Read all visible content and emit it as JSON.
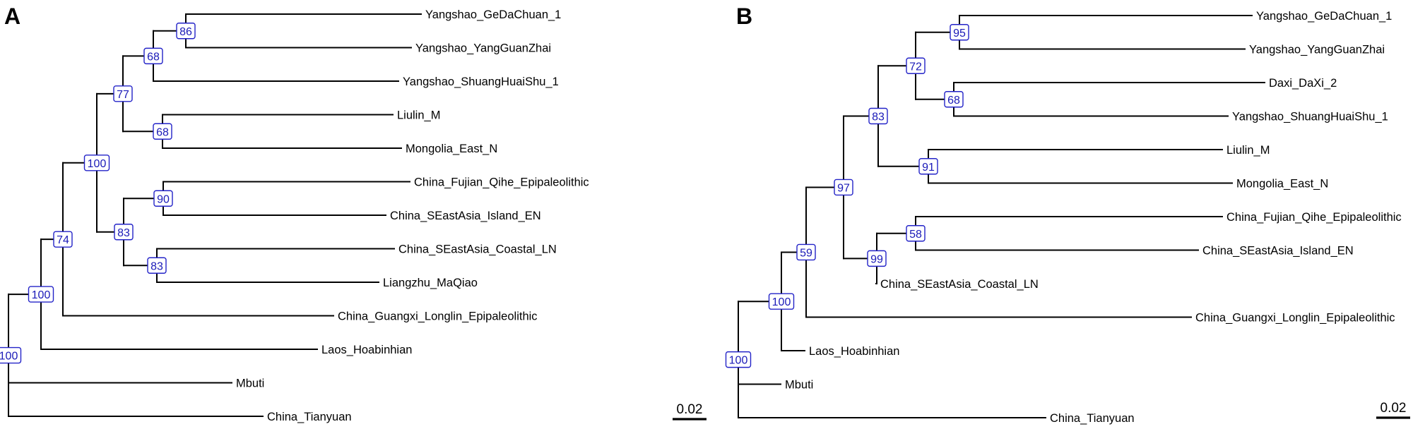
{
  "panels": [
    {
      "letter": "A",
      "scale_label": "0.02",
      "tree": {
        "bootstrap": "100",
        "children": [
          {
            "bootstrap": "100",
            "children": [
              {
                "bootstrap": "74",
                "children": [
                  {
                    "bootstrap": "100",
                    "children": [
                      {
                        "bootstrap": "77",
                        "children": [
                          {
                            "bootstrap": "68",
                            "children": [
                              {
                                "bootstrap": "86",
                                "children": [
                                  {
                                    "label": "Yangshao_GeDaChuan_1"
                                  },
                                  {
                                    "label": "Yangshao_YangGuanZhai"
                                  }
                                ]
                              },
                              {
                                "label": "Yangshao_ShuangHuaiShu_1"
                              }
                            ]
                          },
                          {
                            "bootstrap": "68",
                            "children": [
                              {
                                "label": "Liulin_M"
                              },
                              {
                                "label": "Mongolia_East_N"
                              }
                            ]
                          }
                        ]
                      },
                      {
                        "bootstrap": "83",
                        "children": [
                          {
                            "bootstrap": "90",
                            "children": [
                              {
                                "label": "China_Fujian_Qihe_Epipaleolithic"
                              },
                              {
                                "label": "China_SEastAsia_Island_EN"
                              }
                            ]
                          },
                          {
                            "bootstrap": "83",
                            "children": [
                              {
                                "label": "China_SEastAsia_Coastal_LN"
                              },
                              {
                                "label": "Liangzhu_MaQiao"
                              }
                            ]
                          }
                        ]
                      }
                    ]
                  },
                  {
                    "label": "China_Guangxi_Longlin_Epipaleolithic"
                  }
                ]
              },
              {
                "label": "Laos_Hoabinhian"
              }
            ]
          },
          {
            "label": "Mbuti"
          },
          {
            "label": "China_Tianyuan"
          }
        ]
      }
    },
    {
      "letter": "B",
      "scale_label": "0.02",
      "tree": {
        "bootstrap": "100",
        "children": [
          {
            "bootstrap": "100",
            "children": [
              {
                "bootstrap": "59",
                "children": [
                  {
                    "bootstrap": "97",
                    "children": [
                      {
                        "bootstrap": "83",
                        "children": [
                          {
                            "bootstrap": "72",
                            "children": [
                              {
                                "bootstrap": "95",
                                "children": [
                                  {
                                    "label": "Yangshao_GeDaChuan_1"
                                  },
                                  {
                                    "label": "Yangshao_YangGuanZhai"
                                  }
                                ]
                              },
                              {
                                "bootstrap": "68",
                                "children": [
                                  {
                                    "label": "Daxi_DaXi_2"
                                  },
                                  {
                                    "label": "Yangshao_ShuangHuaiShu_1"
                                  }
                                ]
                              }
                            ]
                          },
                          {
                            "bootstrap": "91",
                            "children": [
                              {
                                "label": "Liulin_M"
                              },
                              {
                                "label": "Mongolia_East_N"
                              }
                            ]
                          }
                        ]
                      },
                      {
                        "bootstrap": "99",
                        "children": [
                          {
                            "bootstrap": "58",
                            "children": [
                              {
                                "label": "China_Fujian_Qihe_Epipaleolithic"
                              },
                              {
                                "label": "China_SEastAsia_Island_EN"
                              }
                            ]
                          },
                          {
                            "label": "China_SEastAsia_Coastal_LN"
                          }
                        ]
                      }
                    ]
                  },
                  {
                    "label": "China_Guangxi_Longlin_Epipaleolithic"
                  }
                ]
              },
              {
                "label": "Laos_Hoabinhian"
              }
            ]
          },
          {
            "label": "Mbuti"
          },
          {
            "label": "China_Tianyuan"
          }
        ]
      }
    }
  ]
}
